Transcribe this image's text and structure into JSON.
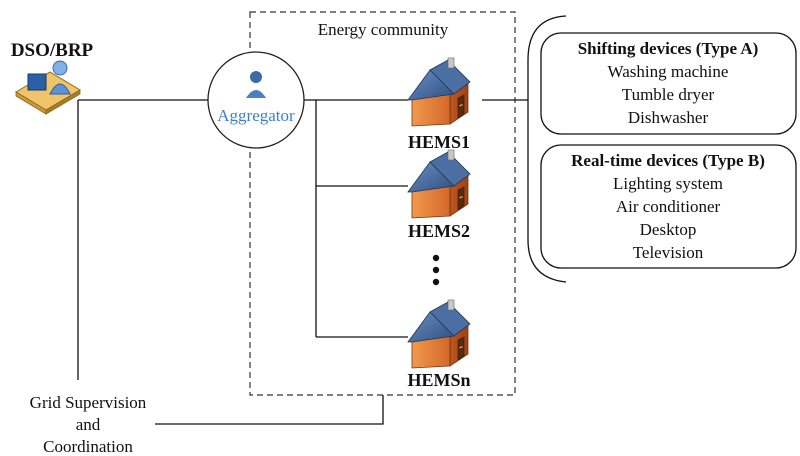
{
  "nodes": {
    "operator": "DSO/BRP",
    "aggregator": "Aggregator",
    "community": "Energy community",
    "homes": [
      "HEMS1",
      "HEMS2",
      "HEMSn"
    ]
  },
  "supervision": {
    "line1": "Grid Supervision",
    "line2": "and",
    "line3": "Coordination"
  },
  "device_groups": [
    {
      "title": "Shifting devices (Type A)",
      "items": [
        "Washing machine",
        "Tumble dryer",
        "Dishwasher"
      ]
    },
    {
      "title": "Real-time devices (Type B)",
      "items": [
        "Lighting system",
        "Air conditioner",
        "Desktop",
        "Television"
      ]
    }
  ],
  "colors": {
    "line": "#111111",
    "house_wall": "#e8833a",
    "house_roof": "#4a6fa5",
    "aggregator_text": "#3b7fd1"
  }
}
